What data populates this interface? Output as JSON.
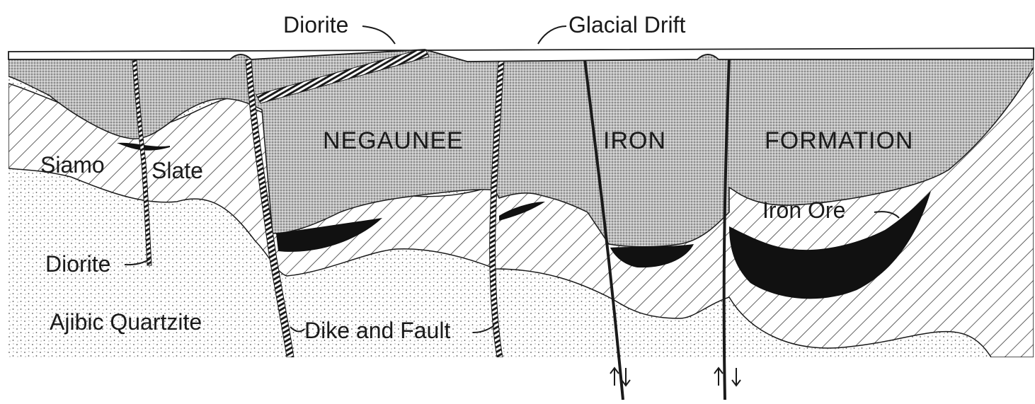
{
  "labels": {
    "diorite_top": "Diorite",
    "glacial_drift": "Glacial Drift",
    "negaunee": "NEGAUNEE",
    "iron": "IRON",
    "formation": "FORMATION",
    "siamo": "Siamo",
    "slate": "Slate",
    "iron_ore": "Iron Ore",
    "diorite_left": "Diorite",
    "ajibic_quartzite": "Ajibic Quartzite",
    "dike_and_fault": "Dike and Fault"
  },
  "colors": {
    "ink": "#1a1a1a",
    "iron_formation": "#c9c9c9",
    "slate_hatch": "#3a3a3a",
    "quartzite_dots": "#555555",
    "ore": "#111111"
  }
}
